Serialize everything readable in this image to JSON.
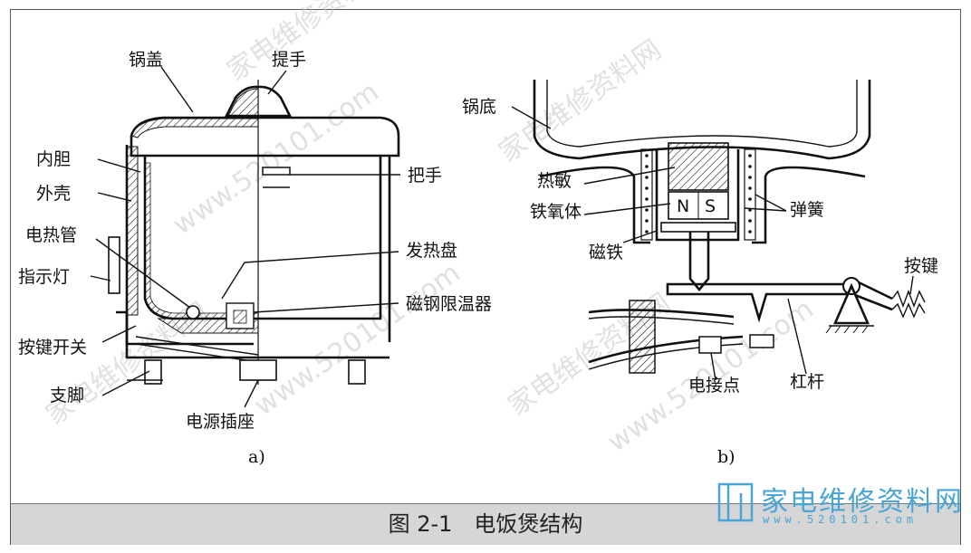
{
  "figure": {
    "caption": "图 2-1　电饭煲结构",
    "panel_a": {
      "sublabel": "a)",
      "labels": {
        "pot_lid": "锅盖",
        "handle_top": "提手",
        "inner_pot": "内胆",
        "outer_shell": "外壳",
        "heating_tube": "电热管",
        "indicator_light": "指示灯",
        "key_switch": "按键开关",
        "foot": "支脚",
        "side_handle": "把手",
        "heating_plate": "发热盘",
        "magnetic_limiter": "磁钢限温器",
        "power_socket": "电源插座"
      }
    },
    "panel_b": {
      "sublabel": "b)",
      "labels": {
        "pot_bottom": "锅底",
        "ferrite_line1": "热敏",
        "ferrite_line2": "铁氧体",
        "magnet": "磁铁",
        "spring": "弹簧",
        "button": "按键",
        "contact": "电接点",
        "lever": "杠杆",
        "pole_n": "N",
        "pole_s": "S"
      }
    }
  },
  "watermark": {
    "logo_cn": "家电维修资料网",
    "logo_url": "www.520101.com",
    "faint_texts": [
      "家电维修资料网",
      "www.520101.com"
    ]
  }
}
